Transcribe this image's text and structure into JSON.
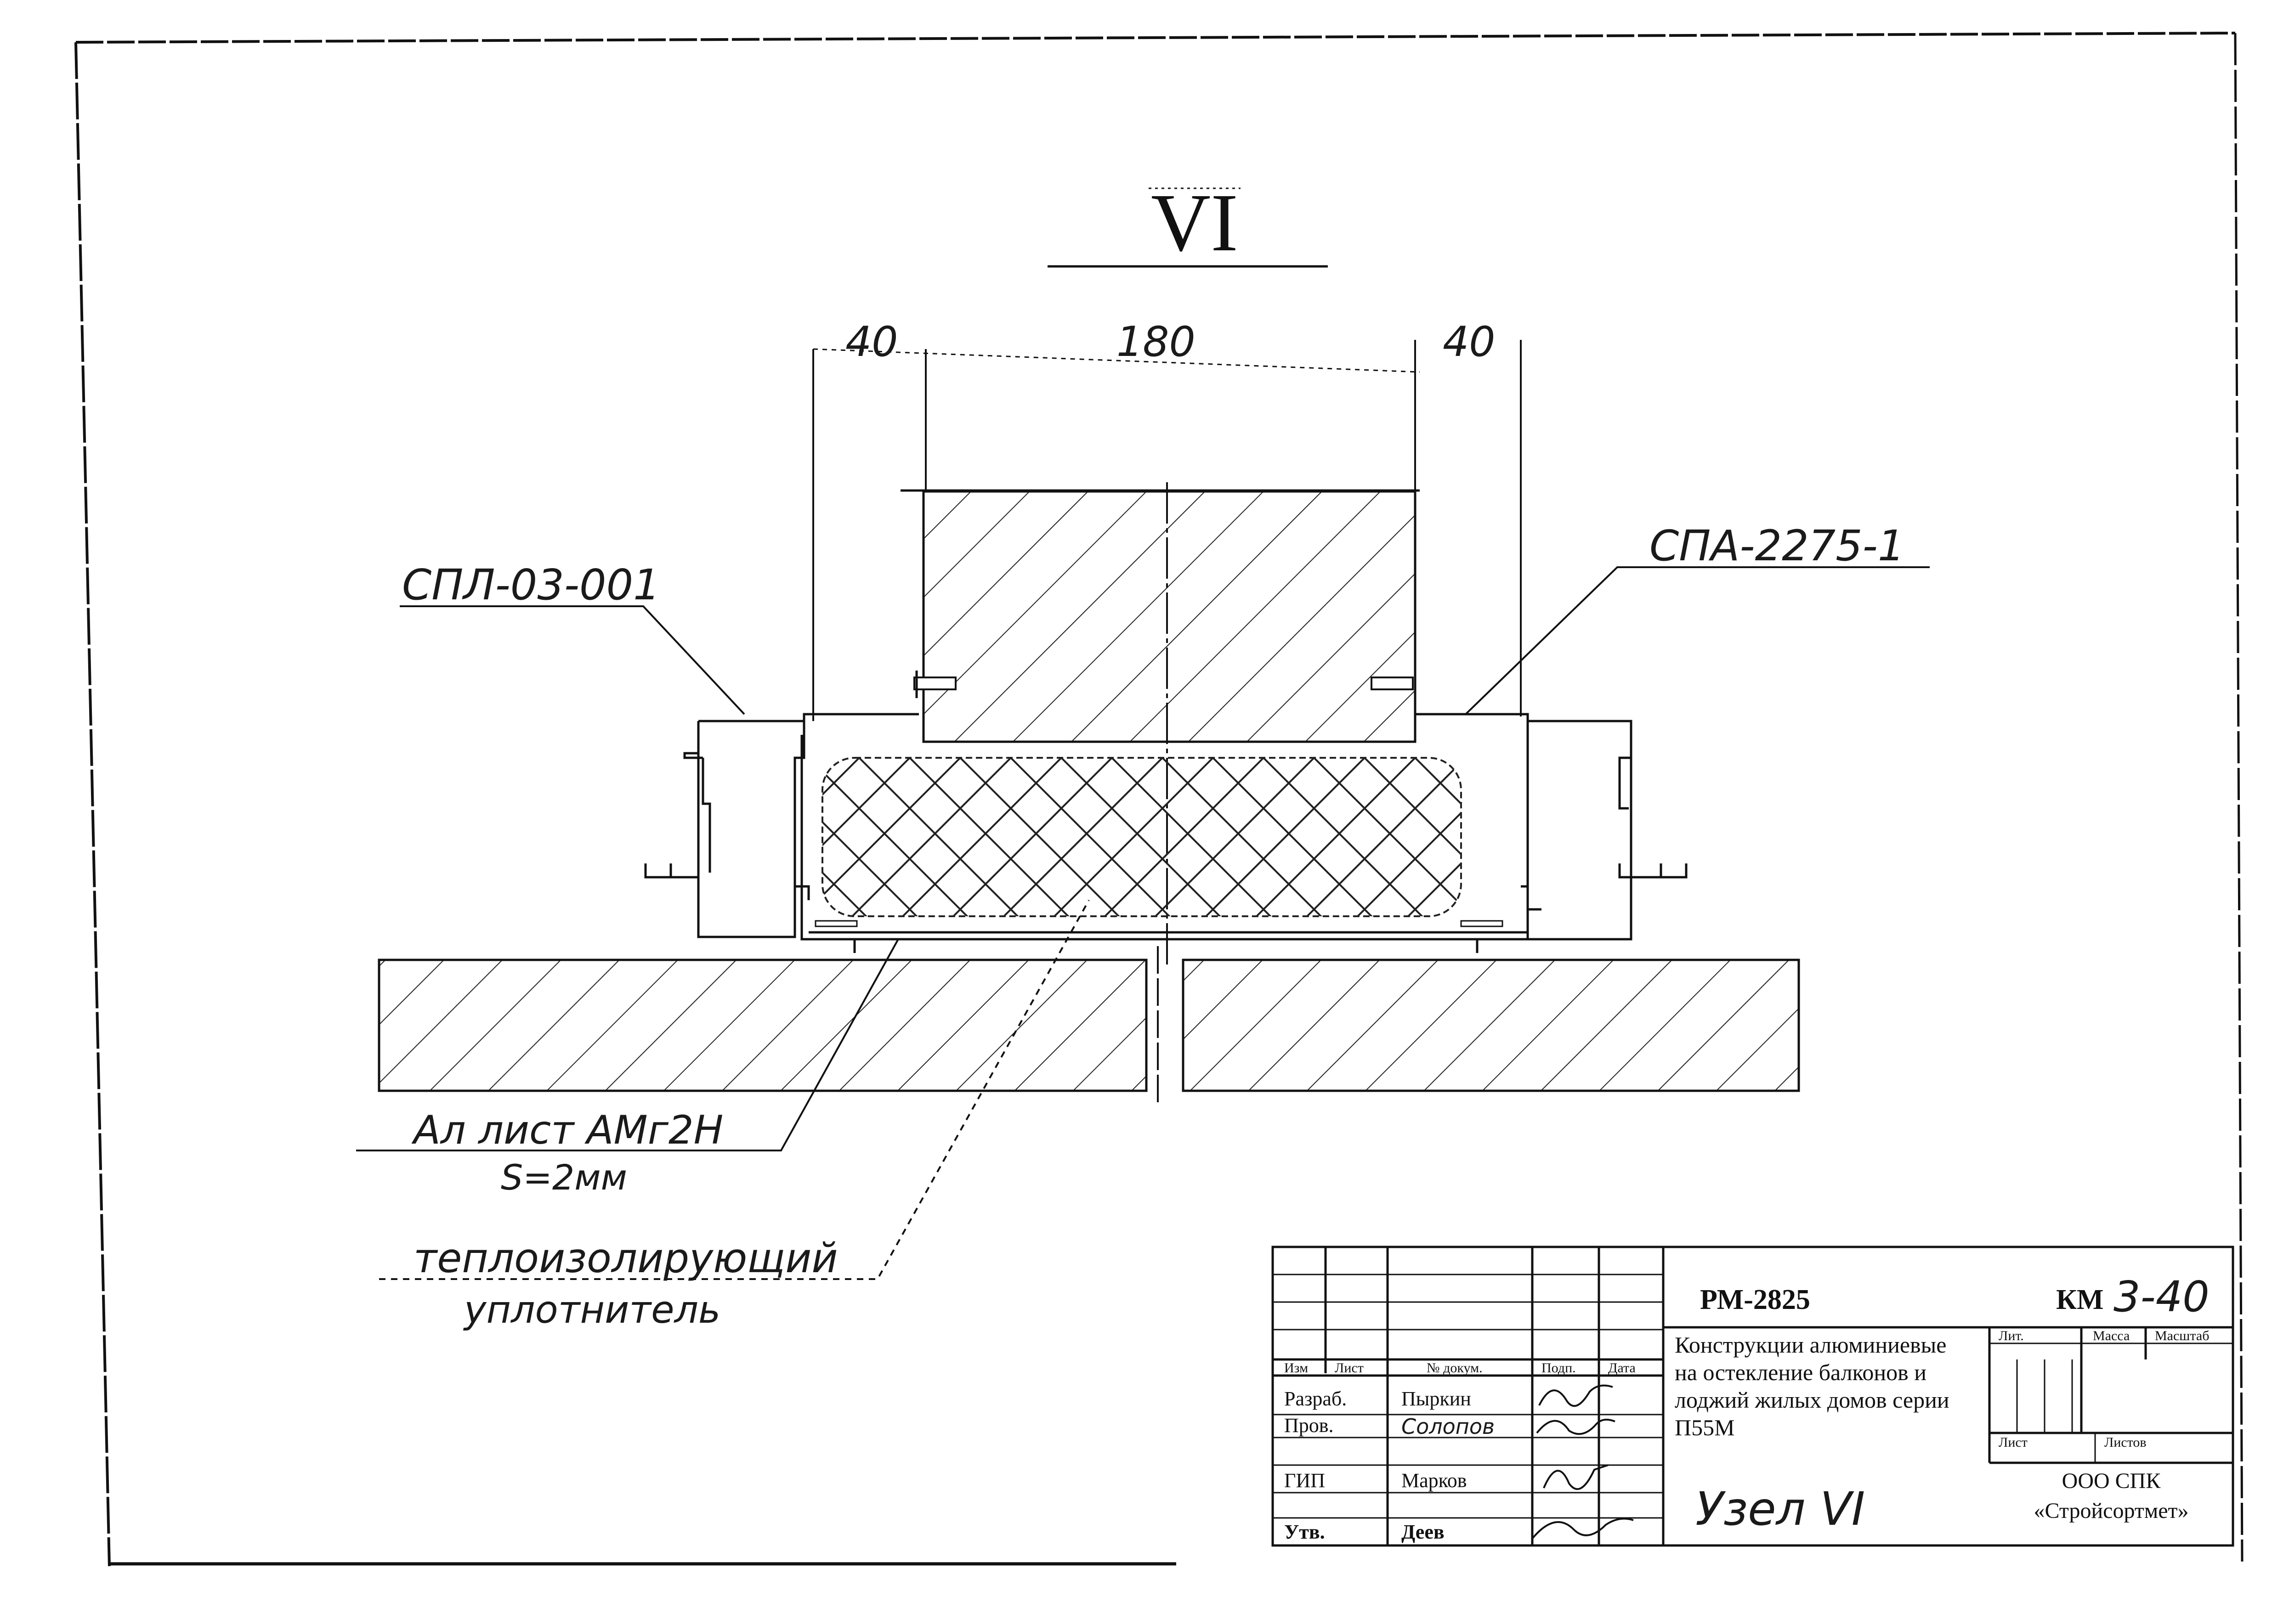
{
  "view_label": "VI",
  "dimensions": {
    "left": "40",
    "middle": "180",
    "right": "40"
  },
  "callouts": {
    "left_profile": "СПЛ-03-001",
    "right_profile": "СПА-2275-1",
    "sheet_line1": "Ал лист АМг2Н",
    "sheet_line2": "S=2мм",
    "sealant_line1": "теплоизолирующий",
    "sealant_line2": "уплотнитель"
  },
  "title_block": {
    "code": "РМ-2825",
    "sheet_code_prefix": "КМ",
    "sheet_code_number": "3-40",
    "description": [
      "Конструкции алюминиевые",
      "на остекление балконов и",
      "лоджий жилых домов серии",
      "П55М"
    ],
    "headers": {
      "izm": "Изм",
      "list": "Лист",
      "doc_no": "№ докум.",
      "sign": "Подп.",
      "date": "Дата"
    },
    "roles": [
      {
        "role": "Разраб.",
        "name": "Пыркин"
      },
      {
        "role": "Пров.",
        "name": "Солопов"
      },
      {
        "role": "ГИП",
        "name": "Марков"
      },
      {
        "role": "Утв.",
        "name": "Деев"
      }
    ],
    "lit_headers": {
      "lit": "Лит.",
      "mass": "Масса",
      "scale": "Масштаб"
    },
    "sheet_headers": {
      "sheet": "Лист",
      "sheets": "Листов"
    },
    "node_title": "Узел VI",
    "org_line1": "ООО СПК",
    "org_line2": "«Стройсортмет»"
  }
}
